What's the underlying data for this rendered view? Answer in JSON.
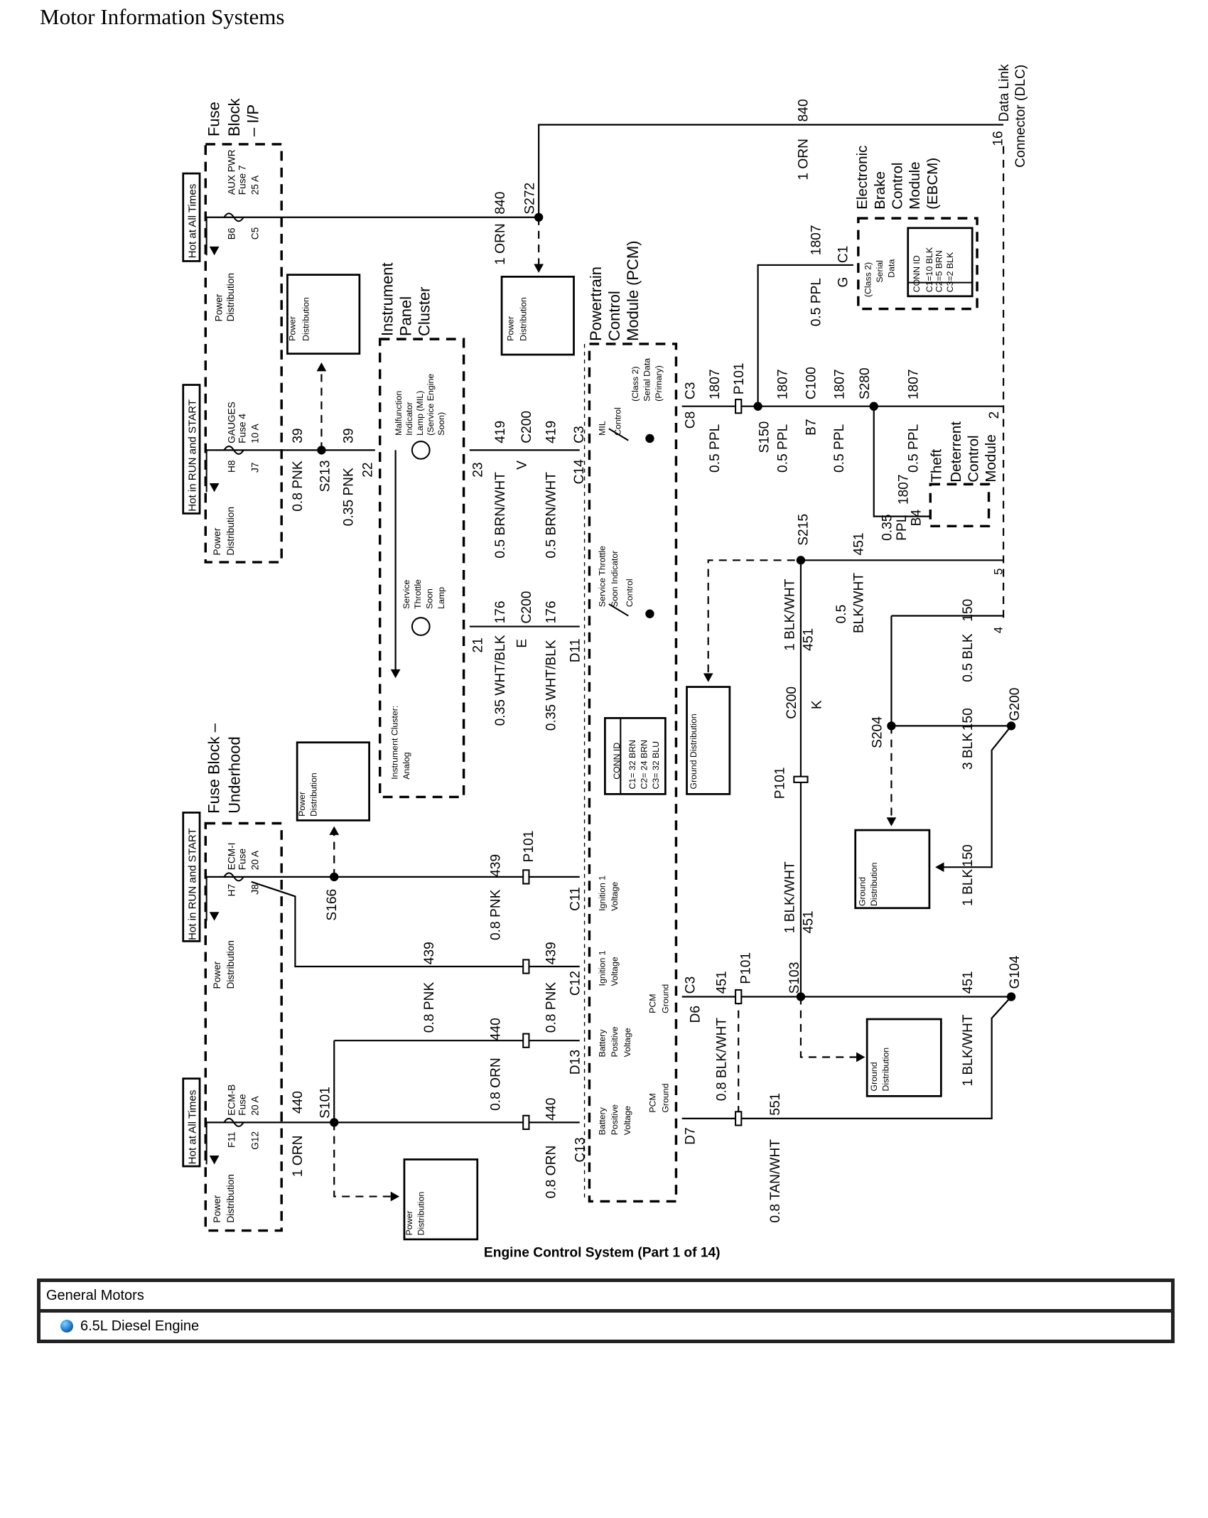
{
  "header": {
    "title": "Motor Information Systems"
  },
  "diagram": {
    "caption": "Engine Control System (Part 1 of 14)",
    "labels": [
      "Fuse",
      "Block",
      "– I/P",
      "Hot at All Times",
      "Power",
      "Distribution",
      "B6",
      "AUX PWR",
      "Fuse 7",
      "25 A",
      "C5",
      "Hot in RUN and START",
      "Power",
      "Distribution",
      "H8",
      "GAUGES",
      "Fuse 4",
      "10 A",
      "J7",
      "0.8 PNK",
      "39",
      "S213",
      "0.35 PNK",
      "39",
      "22",
      "Power",
      "Distribution",
      "Instrument",
      "Panel",
      "Cluster",
      "Malfunction",
      "Indicator",
      "Lamp (MIL)",
      "(Service Engine",
      "Soon)",
      "23",
      "0.5 BRN/WHT",
      "419",
      "V",
      "C200",
      "0.5 BRN/WHT",
      "419",
      "C14",
      "C3",
      "1 ORN",
      "840",
      "S272",
      "Power",
      "Distribution",
      "Powertrain",
      "Control",
      "Module (PCM)",
      "MIL",
      "Control",
      "(Class 2)",
      "Serial Data",
      "(Primary)",
      "C8",
      "C3",
      "0.5 PPL",
      "1807",
      "P101",
      "S150",
      "0.5 PPL",
      "1807",
      "B7",
      "C100",
      "0.5 PPL",
      "1807",
      "S280",
      "1807",
      "0.5 PPL",
      "G",
      "C1",
      "1 ORN",
      "840",
      "16",
      "Data Link",
      "Connector (DLC)",
      "Electronic",
      "Brake",
      "Control",
      "Module",
      "(EBCM)",
      "(Class 2)",
      "Serial",
      "Data",
      "CONN ID",
      "C1=10 BLK",
      "C2=5 BRN",
      "C3=2 BLK",
      "1807",
      "0.5 PPL",
      "Theft",
      "Deterrent",
      "Control",
      "Module",
      "2",
      "1807",
      "0.35",
      "PPL",
      "B4",
      "S215",
      "1 BLK/WHT",
      "451",
      "0.5",
      "BLK/WHT",
      "451",
      "Service",
      "Throttle",
      "Soon",
      "Lamp",
      "21",
      "0.35 WHT/BLK",
      "176",
      "E",
      "C200",
      "0.35 WHT/BLK",
      "176",
      "D11",
      "Service Throttle",
      "Soon Indicator",
      "Control",
      "CONN ID",
      "C1= 32 BRN",
      "C2= 24 BRN",
      "C3= 32 BLU",
      "Ground Distribution",
      "Instrument Cluster:",
      "Analog",
      "C200",
      "K",
      "P101",
      "S204",
      "3 BLK",
      "150",
      "0.5 BLK",
      "150",
      "G200",
      "1 BLK",
      "150",
      "4",
      "5",
      "Fuse Block –",
      "Underhood",
      "Hot in RUN and START",
      "Power",
      "Distribution",
      "H7",
      "ECM-I",
      "Fuse",
      "20 A",
      "J8",
      "S166",
      "0.8 PNK",
      "439",
      "P101",
      "C11",
      "Ignition 1",
      "Voltage",
      "0.8 PNK",
      "439",
      "0.8 PNK",
      "439",
      "C12",
      "Ignition 1",
      "Voltage",
      "0.8 ORN",
      "440",
      "D13",
      "Battery",
      "Positive",
      "Voltage",
      "PCM",
      "Ground",
      "D6",
      "C3",
      "0.8 BLK/WHT",
      "451",
      "P101",
      "Hot at All Times",
      "Power",
      "Distribution",
      "F11",
      "ECM-B",
      "Fuse",
      "20 A",
      "G12",
      "1 ORN",
      "440",
      "S101",
      "0.8 ORN",
      "440",
      "C13",
      "Battery",
      "Positive",
      "Voltage",
      "PCM",
      "Ground",
      "D7",
      "0.8 TAN/WHT",
      "551",
      "S103",
      "1 BLK/WHT",
      "451",
      "1 BLK/WHT",
      "451",
      "G104",
      "Ground",
      "Distribution",
      "Ground",
      "Distribution",
      "Power",
      "Distribution",
      "Power",
      "Distribution"
    ]
  },
  "footer": {
    "make": "General Motors",
    "engine": "6.5L Diesel Engine",
    "bullet_color": "#0a62b8"
  }
}
